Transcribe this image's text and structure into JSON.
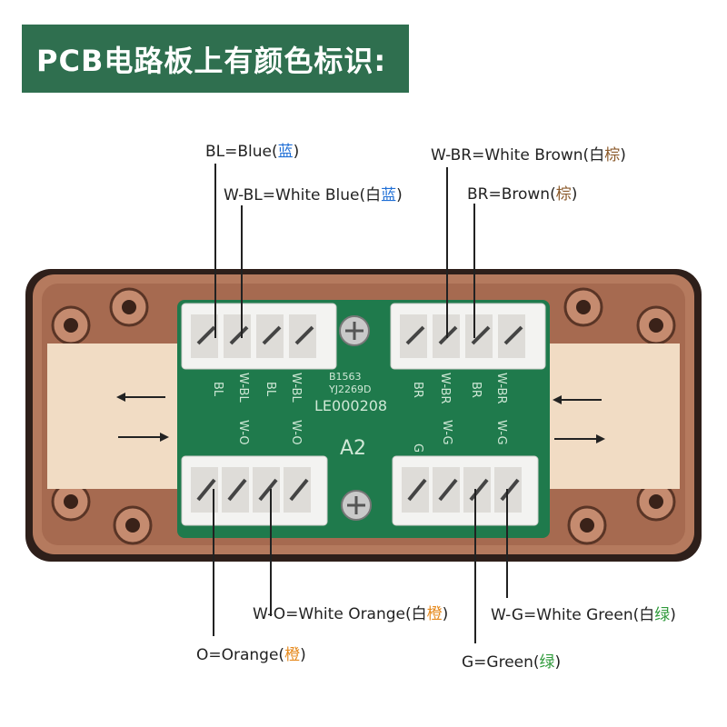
{
  "banner": {
    "title": "PCB电路板上有颜色标识:"
  },
  "colors": {
    "banner_bg": "#2f6f4f",
    "blue": "#1f6fd6",
    "brown": "#8b5a2b",
    "orange": "#e68a1e",
    "green": "#2e9a3a",
    "housing": "#b07860",
    "pcb": "#1f7a4c"
  },
  "labels": {
    "bl": {
      "en": "BL=Blue(",
      "cn": "蓝",
      "end": ")"
    },
    "wbl": {
      "en": "W-BL=White Blue(白",
      "cn": "蓝",
      "end": ")"
    },
    "wbr": {
      "en": "W-BR=White Brown(白",
      "cn": "棕",
      "end": ")"
    },
    "br": {
      "en": "BR=Brown(",
      "cn": "棕",
      "end": ")"
    },
    "wo": {
      "en": "W-O=White Orange(白",
      "cn": "橙",
      "end": ")"
    },
    "o": {
      "en": "O=Orange(",
      "cn": "橙",
      "end": ")"
    },
    "wg": {
      "en": "W-G=White Green(白",
      "cn": "绿",
      "end": ")"
    },
    "g": {
      "en": "G=Green(",
      "cn": "绿",
      "end": ")"
    }
  },
  "pcb": {
    "top_left_marks": [
      "BL",
      "W-BL",
      "BL",
      "W-BL"
    ],
    "top_right_marks": [
      "BR",
      "W-BR",
      "BR",
      "W-BR"
    ],
    "mid_left_marks": [
      "W-O",
      "W-O"
    ],
    "mid_right_marks": [
      "G",
      "W-G",
      "W-G"
    ],
    "silk_1": "B1563",
    "silk_2": "YJ2269D",
    "silk_3": "LE000208",
    "silk_4": "A2"
  }
}
